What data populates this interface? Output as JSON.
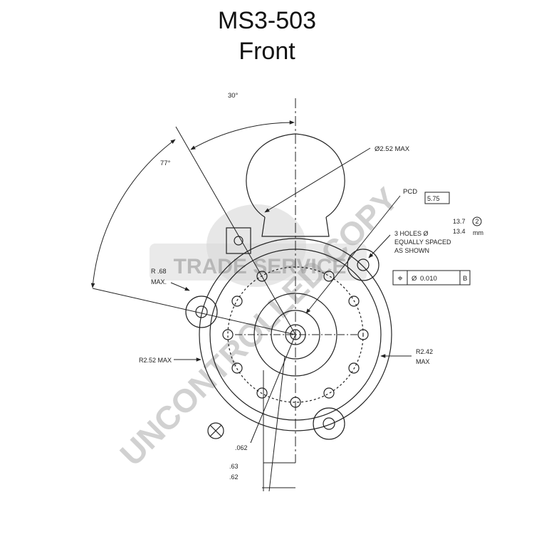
{
  "title": {
    "part_number": "MS3-503",
    "view": "Front"
  },
  "watermark": {
    "logo_text": "TRADE SERVICE",
    "stamp_text": "UNCONTROLLED COPY"
  },
  "dimensions": {
    "angle_small": "30°",
    "angle_large": "77°",
    "solenoid_dia": "Ø2.52 MAX",
    "pcd_label": "PCD",
    "pcd_value": "5.75",
    "holes_line1": "3 HOLES Ø",
    "holes_line2": "EQUALLY SPACED",
    "holes_line3": "AS SHOWN",
    "hole_dia_max": "13.7",
    "hole_dia_min": "13.4",
    "hole_note_num": "2",
    "hole_unit": "mm",
    "tol_symbol": "⌖",
    "tol_dia": "Ø",
    "tol_value": "0.010",
    "tol_datum": "B",
    "radius_small_line1": "R .68",
    "radius_small_line2": "MAX.",
    "radius_left": "R2.52 MAX",
    "radius_right_line1": "R2.42",
    "radius_right_line2": "MAX",
    "offset_small": ".062",
    "pinion_max": ".63",
    "pinion_min": ".62"
  },
  "colors": {
    "line": "#222222",
    "watermark": "#9a9a9a"
  }
}
